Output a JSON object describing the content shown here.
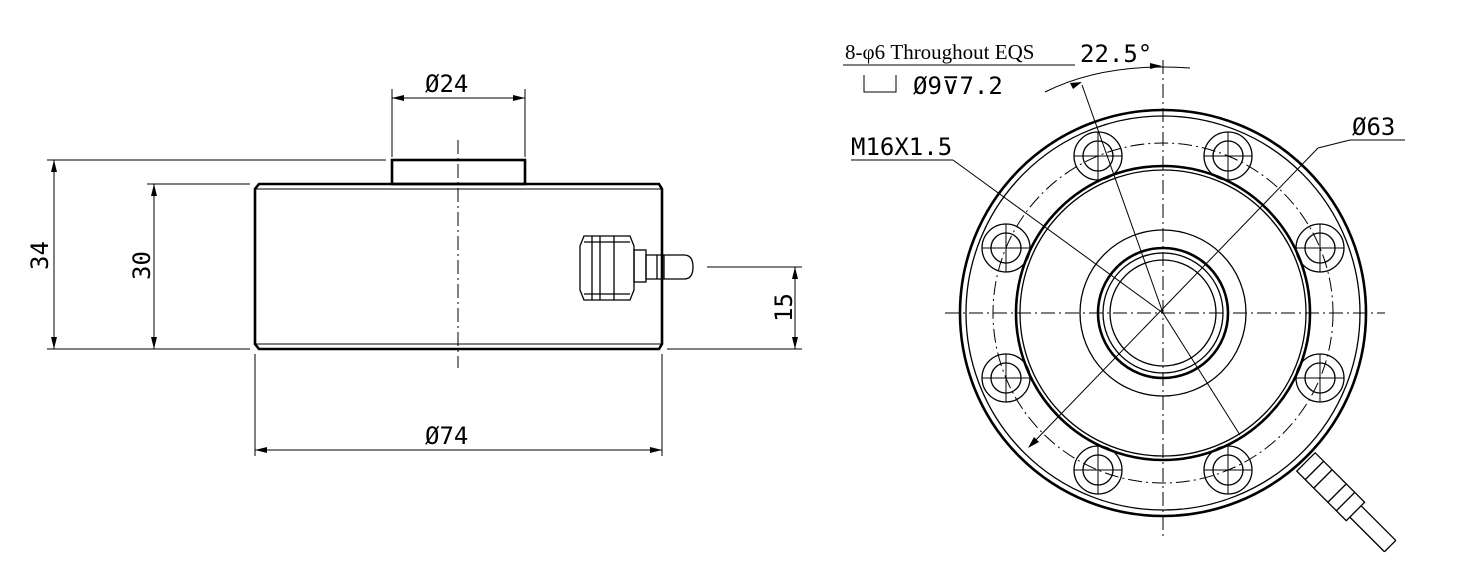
{
  "side_view": {
    "top_diameter": "Ø24",
    "body_diameter": "Ø74",
    "total_height": "34",
    "body_height": "30",
    "connector_height": "15"
  },
  "top_view": {
    "hole_note_line1": "8-φ6 Throughout EQS",
    "hole_note_line2": "Ø9⊽7.2",
    "angle": "22.5°",
    "thread": "M16X1.5",
    "pcd_diameter": "Ø63"
  }
}
